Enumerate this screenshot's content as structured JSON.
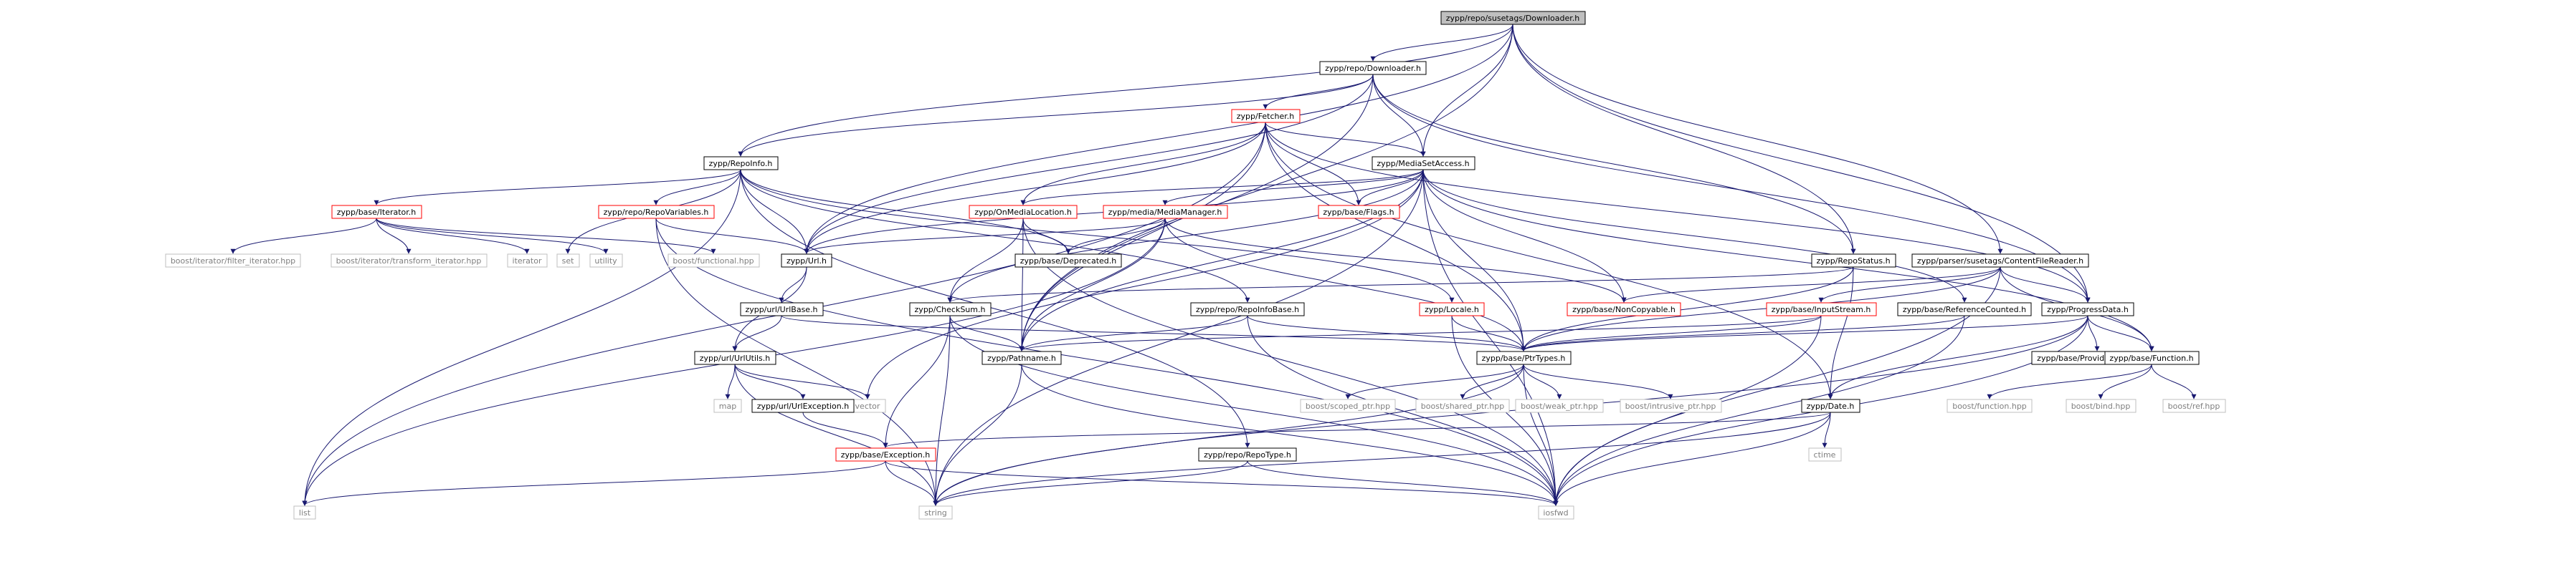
{
  "colors": {
    "edge": "#191970",
    "border_normal": "#000000",
    "border_truncated": "#ff0000",
    "border_external": "#bfbfbf",
    "fill_root": "#bfbfbf",
    "fill_normal": "#ffffff",
    "text_normal": "#000000",
    "text_external": "#7f7f7f"
  },
  "nodes": [
    {
      "id": "root",
      "label": "zypp/repo/susetags/Downloader.h",
      "kind": "root"
    },
    {
      "id": "dl",
      "label": "zypp/repo/Downloader.h",
      "kind": "normal"
    },
    {
      "id": "fetcher",
      "label": "zypp/Fetcher.h",
      "kind": "truncated"
    },
    {
      "id": "repoinfo",
      "label": "zypp/RepoInfo.h",
      "kind": "normal"
    },
    {
      "id": "msa",
      "label": "zypp/MediaSetAccess.h",
      "kind": "normal"
    },
    {
      "id": "biter",
      "label": "zypp/base/Iterator.h",
      "kind": "truncated"
    },
    {
      "id": "set",
      "label": "set",
      "kind": "external"
    },
    {
      "id": "repovars",
      "label": "zypp/repo/RepoVariables.h",
      "kind": "truncated"
    },
    {
      "id": "onmedia",
      "label": "zypp/OnMediaLocation.h",
      "kind": "truncated"
    },
    {
      "id": "mediamgr",
      "label": "zypp/media/MediaManager.h",
      "kind": "truncated"
    },
    {
      "id": "flags",
      "label": "zypp/base/Flags.h",
      "kind": "truncated"
    },
    {
      "id": "filteriter",
      "label": "boost/iterator/filter_iterator.hpp",
      "kind": "external"
    },
    {
      "id": "transiter",
      "label": "boost/iterator/transform_iterator.hpp",
      "kind": "external"
    },
    {
      "id": "iterator",
      "label": "iterator",
      "kind": "external"
    },
    {
      "id": "utility",
      "label": "utility",
      "kind": "external"
    },
    {
      "id": "bfunctional",
      "label": "boost/functional.hpp",
      "kind": "external"
    },
    {
      "id": "url",
      "label": "zypp/Url.h",
      "kind": "normal"
    },
    {
      "id": "deprecated",
      "label": "zypp/base/Deprecated.h",
      "kind": "normal"
    },
    {
      "id": "repostatus",
      "label": "zypp/RepoStatus.h",
      "kind": "normal"
    },
    {
      "id": "cfr",
      "label": "zypp/parser/susetags/ContentFileReader.h",
      "kind": "normal"
    },
    {
      "id": "urlbase",
      "label": "zypp/url/UrlBase.h",
      "kind": "normal"
    },
    {
      "id": "checksum",
      "label": "zypp/CheckSum.h",
      "kind": "normal"
    },
    {
      "id": "repoinfobase",
      "label": "zypp/repo/RepoInfoBase.h",
      "kind": "normal"
    },
    {
      "id": "locale",
      "label": "zypp/Locale.h",
      "kind": "truncated"
    },
    {
      "id": "noncopy",
      "label": "zypp/base/NonCopyable.h",
      "kind": "truncated"
    },
    {
      "id": "inputstream",
      "label": "zypp/base/InputStream.h",
      "kind": "truncated"
    },
    {
      "id": "refcounted",
      "label": "zypp/base/ReferenceCounted.h",
      "kind": "normal"
    },
    {
      "id": "progress",
      "label": "zypp/ProgressData.h",
      "kind": "normal"
    },
    {
      "id": "urlutils",
      "label": "zypp/url/UrlUtils.h",
      "kind": "normal"
    },
    {
      "id": "pathname",
      "label": "zypp/Pathname.h",
      "kind": "normal"
    },
    {
      "id": "ptrtypes",
      "label": "zypp/base/PtrTypes.h",
      "kind": "normal"
    },
    {
      "id": "providenum",
      "label": "zypp/base/ProvideNumericId.h",
      "kind": "normal"
    },
    {
      "id": "function",
      "label": "zypp/base/Function.h",
      "kind": "normal"
    },
    {
      "id": "map",
      "label": "map",
      "kind": "external"
    },
    {
      "id": "vector",
      "label": "vector",
      "kind": "external"
    },
    {
      "id": "urlexc",
      "label": "zypp/url/UrlException.h",
      "kind": "normal"
    },
    {
      "id": "scopedptr",
      "label": "boost/scoped_ptr.hpp",
      "kind": "external"
    },
    {
      "id": "sharedptr",
      "label": "boost/shared_ptr.hpp",
      "kind": "external"
    },
    {
      "id": "weakptr",
      "label": "boost/weak_ptr.hpp",
      "kind": "external"
    },
    {
      "id": "intrusiveptr",
      "label": "boost/intrusive_ptr.hpp",
      "kind": "external"
    },
    {
      "id": "bfunction",
      "label": "boost/function.hpp",
      "kind": "external"
    },
    {
      "id": "bbind",
      "label": "boost/bind.hpp",
      "kind": "external"
    },
    {
      "id": "bref",
      "label": "boost/ref.hpp",
      "kind": "external"
    },
    {
      "id": "date",
      "label": "zypp/Date.h",
      "kind": "normal"
    },
    {
      "id": "ctime",
      "label": "ctime",
      "kind": "external"
    },
    {
      "id": "exception",
      "label": "zypp/base/Exception.h",
      "kind": "truncated"
    },
    {
      "id": "repotype",
      "label": "zypp/repo/RepoType.h",
      "kind": "normal"
    },
    {
      "id": "list",
      "label": "list",
      "kind": "external"
    },
    {
      "id": "string",
      "label": "string",
      "kind": "external"
    },
    {
      "id": "iosfwd",
      "label": "iosfwd",
      "kind": "external"
    }
  ],
  "edges": [
    [
      "root",
      "dl"
    ],
    [
      "root",
      "repoinfo"
    ],
    [
      "root",
      "msa"
    ],
    [
      "root",
      "repostatus"
    ],
    [
      "root",
      "cfr"
    ],
    [
      "root",
      "progress"
    ],
    [
      "root",
      "url"
    ],
    [
      "root",
      "pathname"
    ],
    [
      "dl",
      "fetcher"
    ],
    [
      "dl",
      "repoinfo"
    ],
    [
      "dl",
      "msa"
    ],
    [
      "dl",
      "repostatus"
    ],
    [
      "dl",
      "progress"
    ],
    [
      "dl",
      "url"
    ],
    [
      "dl",
      "pathname"
    ],
    [
      "fetcher",
      "msa"
    ],
    [
      "fetcher",
      "onmedia"
    ],
    [
      "fetcher",
      "flags"
    ],
    [
      "fetcher",
      "url"
    ],
    [
      "fetcher",
      "pathname"
    ],
    [
      "fetcher",
      "ptrtypes"
    ],
    [
      "fetcher",
      "progress"
    ],
    [
      "fetcher",
      "date"
    ],
    [
      "fetcher",
      "list"
    ],
    [
      "repoinfo",
      "biter"
    ],
    [
      "repoinfo",
      "set"
    ],
    [
      "repoinfo",
      "repovars"
    ],
    [
      "repoinfo",
      "url"
    ],
    [
      "repoinfo",
      "deprecated"
    ],
    [
      "repoinfo",
      "repoinfobase"
    ],
    [
      "repoinfo",
      "repotype"
    ],
    [
      "repoinfo",
      "locale"
    ],
    [
      "repoinfo",
      "list"
    ],
    [
      "msa",
      "onmedia"
    ],
    [
      "msa",
      "mediamgr"
    ],
    [
      "msa",
      "flags"
    ],
    [
      "msa",
      "checksum"
    ],
    [
      "msa",
      "noncopy"
    ],
    [
      "msa",
      "refcounted"
    ],
    [
      "msa",
      "ptrtypes"
    ],
    [
      "msa",
      "function"
    ],
    [
      "msa",
      "pathname"
    ],
    [
      "msa",
      "url"
    ],
    [
      "msa",
      "vector"
    ],
    [
      "msa",
      "string"
    ],
    [
      "msa",
      "iosfwd"
    ],
    [
      "biter",
      "filteriter"
    ],
    [
      "biter",
      "transiter"
    ],
    [
      "biter",
      "iterator"
    ],
    [
      "biter",
      "utility"
    ],
    [
      "biter",
      "bfunctional"
    ],
    [
      "repovars",
      "url"
    ],
    [
      "repovars",
      "string"
    ],
    [
      "repovars",
      "iosfwd"
    ],
    [
      "onmedia",
      "deprecated"
    ],
    [
      "onmedia",
      "pathname"
    ],
    [
      "onmedia",
      "checksum"
    ],
    [
      "onmedia",
      "iosfwd"
    ],
    [
      "mediamgr",
      "url"
    ],
    [
      "mediamgr",
      "deprecated"
    ],
    [
      "mediamgr",
      "noncopy"
    ],
    [
      "mediamgr",
      "ptrtypes"
    ],
    [
      "mediamgr",
      "pathname"
    ],
    [
      "mediamgr",
      "list"
    ],
    [
      "url",
      "urlbase"
    ],
    [
      "url",
      "urlutils"
    ],
    [
      "urlbase",
      "urlutils"
    ],
    [
      "urlbase",
      "ptrtypes"
    ],
    [
      "urlutils",
      "map"
    ],
    [
      "urlutils",
      "vector"
    ],
    [
      "urlutils",
      "urlexc"
    ],
    [
      "urlutils",
      "string"
    ],
    [
      "urlexc",
      "exception"
    ],
    [
      "checksum",
      "pathname"
    ],
    [
      "checksum",
      "exception"
    ],
    [
      "checksum",
      "string"
    ],
    [
      "checksum",
      "iosfwd"
    ],
    [
      "repoinfobase",
      "ptrtypes"
    ],
    [
      "repoinfobase",
      "pathname"
    ],
    [
      "repoinfobase",
      "iosfwd"
    ],
    [
      "locale",
      "ptrtypes"
    ],
    [
      "locale",
      "iosfwd"
    ],
    [
      "repostatus",
      "checksum"
    ],
    [
      "repostatus",
      "ptrtypes"
    ],
    [
      "repostatus",
      "date"
    ],
    [
      "cfr",
      "noncopy"
    ],
    [
      "cfr",
      "inputstream"
    ],
    [
      "cfr",
      "ptrtypes"
    ],
    [
      "cfr",
      "progress"
    ],
    [
      "cfr",
      "function"
    ],
    [
      "cfr",
      "iosfwd"
    ],
    [
      "inputstream",
      "pathname"
    ],
    [
      "inputstream",
      "ptrtypes"
    ],
    [
      "inputstream",
      "iosfwd"
    ],
    [
      "refcounted",
      "ptrtypes"
    ],
    [
      "refcounted",
      "iosfwd"
    ],
    [
      "progress",
      "ptrtypes"
    ],
    [
      "progress",
      "providenum"
    ],
    [
      "progress",
      "function"
    ],
    [
      "progress",
      "date"
    ],
    [
      "progress",
      "string"
    ],
    [
      "progress",
      "iosfwd"
    ],
    [
      "pathname",
      "string"
    ],
    [
      "pathname",
      "iosfwd"
    ],
    [
      "ptrtypes",
      "scopedptr"
    ],
    [
      "ptrtypes",
      "sharedptr"
    ],
    [
      "ptrtypes",
      "weakptr"
    ],
    [
      "ptrtypes",
      "intrusiveptr"
    ],
    [
      "ptrtypes",
      "string"
    ],
    [
      "ptrtypes",
      "iosfwd"
    ],
    [
      "function",
      "bfunction"
    ],
    [
      "function",
      "bbind"
    ],
    [
      "function",
      "bref"
    ],
    [
      "date",
      "ctime"
    ],
    [
      "date",
      "exception"
    ],
    [
      "date",
      "string"
    ],
    [
      "date",
      "iosfwd"
    ],
    [
      "exception",
      "list"
    ],
    [
      "exception",
      "string"
    ],
    [
      "exception",
      "iosfwd"
    ],
    [
      "repotype",
      "string"
    ],
    [
      "repotype",
      "iosfwd"
    ]
  ]
}
